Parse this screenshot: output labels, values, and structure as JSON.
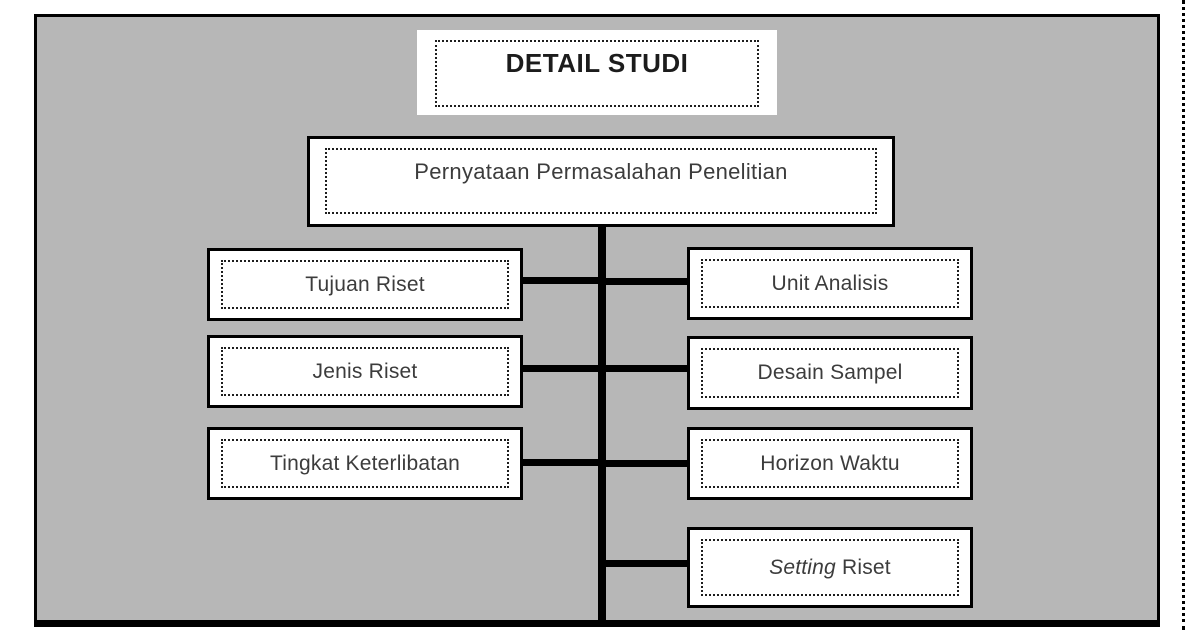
{
  "diagram": {
    "title": "DETAIL STUDI",
    "root": "Pernyataan Permasalahan Penelitian",
    "left_boxes": [
      {
        "text": "Tujuan Riset"
      },
      {
        "text": "Jenis Riset"
      },
      {
        "text": "Tingkat Keterlibatan"
      }
    ],
    "right_boxes": [
      {
        "italic": "",
        "text": "Unit Analisis"
      },
      {
        "italic": "",
        "text": "Desain Sampel"
      },
      {
        "italic": "",
        "text": "Horizon Waktu"
      },
      {
        "italic": "Setting",
        "text": " Riset"
      }
    ],
    "colors": {
      "canvas_background": "#b7b7b7",
      "page_background": "#ffffff",
      "box_background": "#ffffff",
      "line_color": "#000000",
      "title_text_color": "#1c1c1c",
      "body_text_color": "#3c3c3c"
    }
  }
}
